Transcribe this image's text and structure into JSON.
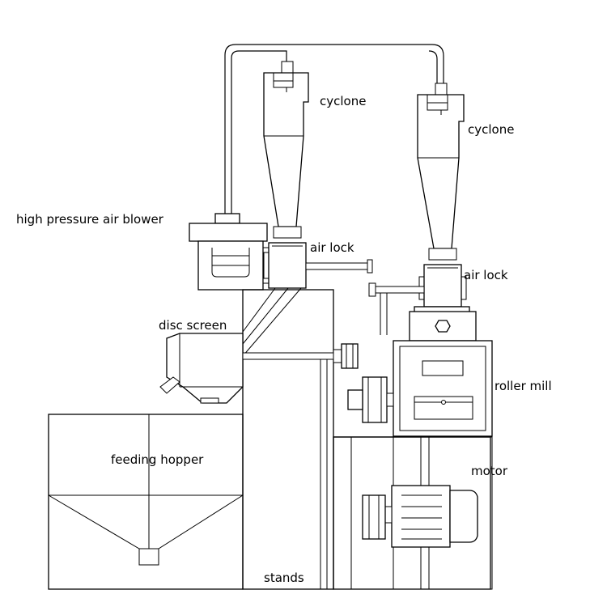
{
  "labels": {
    "cyclone_left": "cyclone",
    "cyclone_right": "cyclone",
    "blower": "high pressure air blower",
    "air_lock_left": "air lock",
    "air_lock_right": "air lock",
    "disc_screen": "disc screen",
    "roller_mill": "roller mill",
    "feeding_hopper": "feeding hopper",
    "motor": "motor",
    "stands": "stands"
  }
}
